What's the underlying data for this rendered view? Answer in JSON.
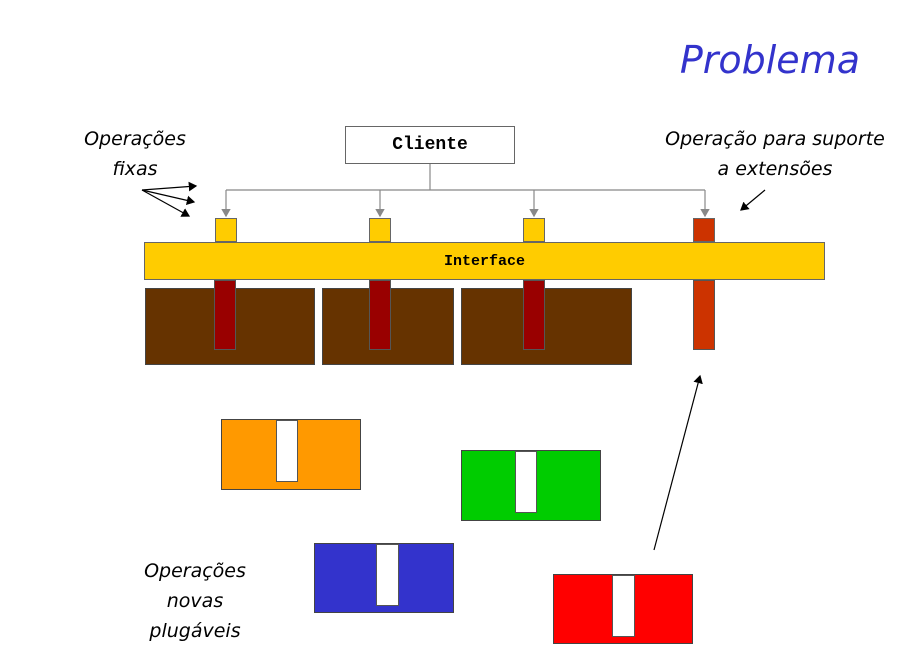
{
  "title": "Problema",
  "labels": {
    "fixed_ops": "Operações\nfixas",
    "extension_op": "Operação para suporte\na extensões",
    "new_ops": "Operações\nnovas\nplugáveis"
  },
  "client_label": "Cliente",
  "interface_label": "Interface",
  "colors": {
    "title": "#3333cc",
    "interface": "#ffcc00",
    "component": "#663300",
    "operation_peg": "#990000",
    "extension_peg": "#cc3300",
    "plugin_orange": "#ff9900",
    "plugin_green": "#00cc00",
    "plugin_blue": "#3333cc",
    "plugin_red": "#ff0000"
  }
}
